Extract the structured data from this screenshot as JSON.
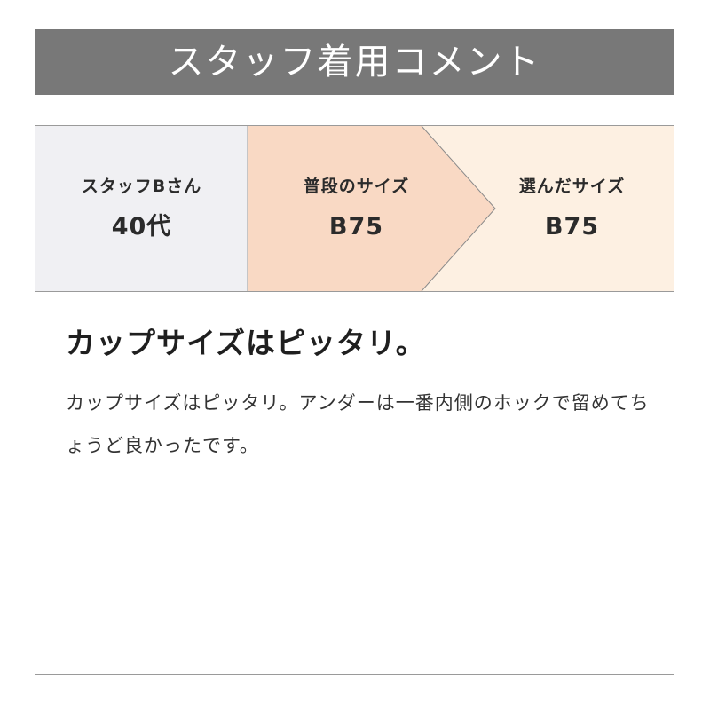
{
  "header": {
    "title": "スタッフ着用コメント",
    "background": "#787878"
  },
  "staff": {
    "name": "スタッフBさん",
    "age": "40代",
    "background": "#f0f0f3"
  },
  "usual_size": {
    "label": "普段のサイズ",
    "value": "B75",
    "background": "#f9d9c4"
  },
  "chosen_size": {
    "label": "選んだサイズ",
    "value": "B75",
    "background": "#fdf0e2"
  },
  "comment": {
    "heading": "カップサイズはピッタリ。",
    "body": "カップサイズはピッタリ。アンダーは一番内側のホックで留めてちょうど良かったです。"
  }
}
